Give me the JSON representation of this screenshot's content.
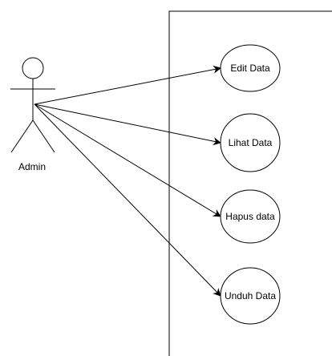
{
  "actor": {
    "name": "Admin"
  },
  "use_cases": [
    {
      "label": "Edit Data"
    },
    {
      "label": "Lihat Data"
    },
    {
      "label": "Hapus data"
    },
    {
      "label": "Unduh Data"
    }
  ],
  "colors": {
    "stroke": "#000000",
    "background": "#ffffff"
  }
}
